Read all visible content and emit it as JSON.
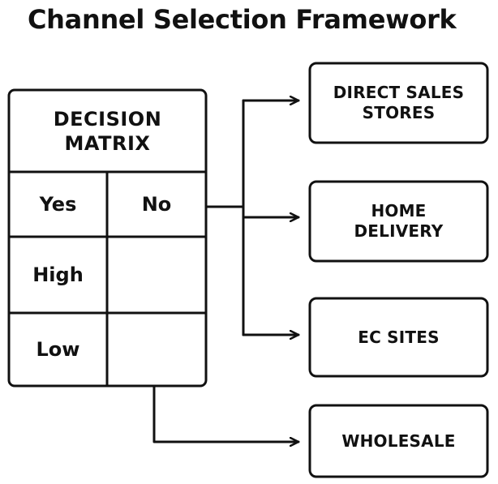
{
  "title": "Channel Selection Framework",
  "matrix": {
    "title": "DECISION\nMATRIX",
    "header_yes": "Yes",
    "header_no": "No",
    "row_high": "High",
    "row_low": "Low"
  },
  "channels": [
    {
      "label": "DIRECT SALES\nSTORES"
    },
    {
      "label": "HOME\nDELIVERY"
    },
    {
      "label": "EC SITES"
    },
    {
      "label": "WHOLESALE"
    }
  ]
}
